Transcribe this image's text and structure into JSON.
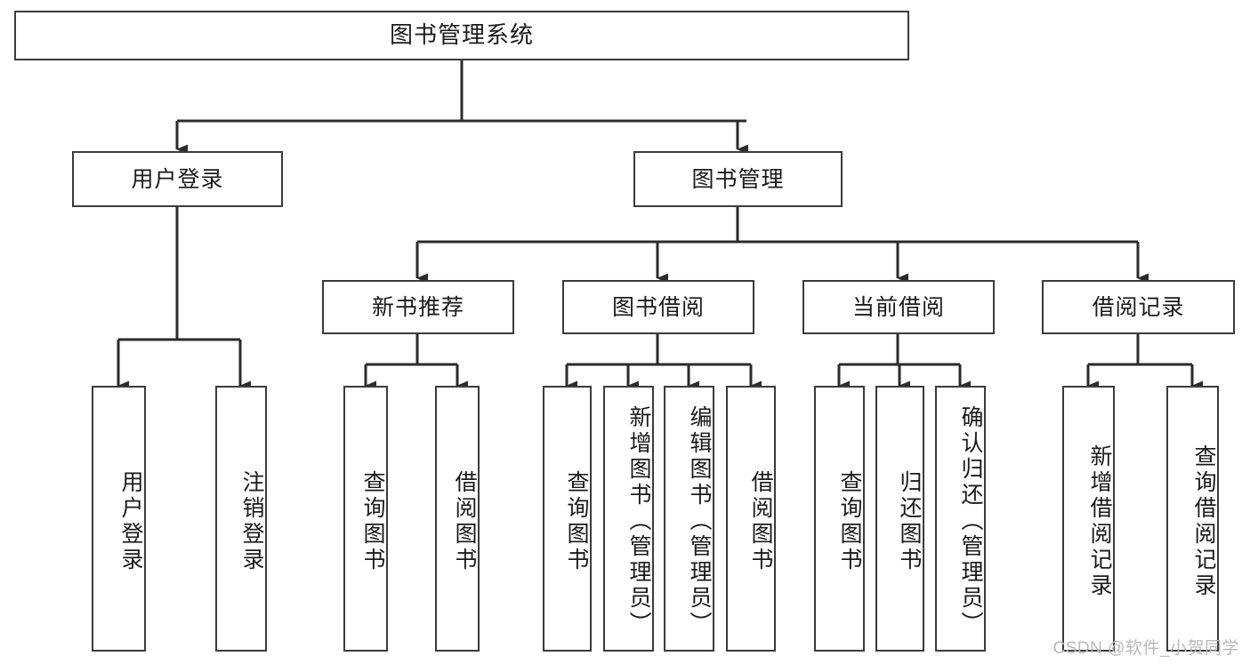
{
  "diagram": {
    "title": "图书管理系统",
    "type": "hierarchy-tree",
    "watermark": "CSDN @软件_小贺同学",
    "colors": {
      "box_border": "#3b3b3b",
      "box_fill": "#ffffff",
      "connector": "#2b2b2b",
      "text": "#1a1a1a",
      "watermark": "#b9b9b9"
    },
    "levels": {
      "root": {
        "label": "图书管理系统"
      },
      "level2": [
        {
          "label": "用户登录"
        },
        {
          "label": "图书管理"
        }
      ],
      "level3": [
        {
          "label": "新书推荐"
        },
        {
          "label": "图书借阅"
        },
        {
          "label": "当前借阅"
        },
        {
          "label": "借阅记录"
        }
      ],
      "leaves": [
        {
          "label": "用户登录",
          "parent": "用户登录"
        },
        {
          "label": "注销登录",
          "parent": "用户登录"
        },
        {
          "label": "查询图书",
          "parent": "新书推荐"
        },
        {
          "label": "借阅图书",
          "parent": "新书推荐"
        },
        {
          "label": "查询图书",
          "parent": "图书借阅"
        },
        {
          "label": "新增图书（管理员）",
          "parent": "图书借阅"
        },
        {
          "label": "编辑图书（管理员）",
          "parent": "图书借阅"
        },
        {
          "label": "借阅图书",
          "parent": "图书借阅"
        },
        {
          "label": "查询图书",
          "parent": "当前借阅"
        },
        {
          "label": "归还图书",
          "parent": "当前借阅"
        },
        {
          "label": "确认归还（管理员）",
          "parent": "当前借阅"
        },
        {
          "label": "新增借阅记录",
          "parent": "借阅记录"
        },
        {
          "label": "查询借阅记录",
          "parent": "借阅记录"
        }
      ]
    }
  }
}
